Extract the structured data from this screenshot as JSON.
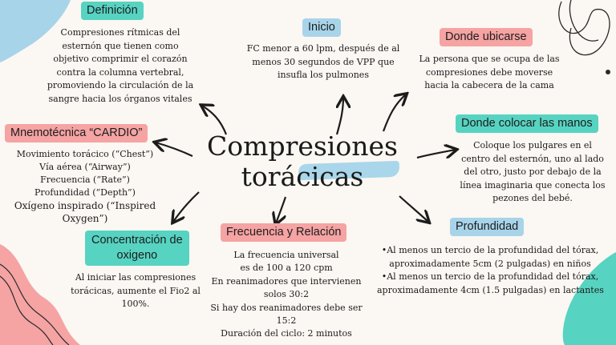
{
  "title": {
    "line1": "Compresiones",
    "line2": "torácicas"
  },
  "colors": {
    "teal": "#57d3c2",
    "blue": "#a8d4ea",
    "pink": "#f5a3a3",
    "background": "#fbf7f2"
  },
  "nodes": {
    "definicion": {
      "label": "Definición",
      "text": "Compresiones rítmicas del esternón que tienen como objetivo comprimir el corazón contra la columna vertebral, promoviendo la circulación de la sangre hacia los órganos vitales"
    },
    "inicio": {
      "label": "Inicio",
      "text": "FC menor a 60 lpm, después de al menos 30 segundos de VPP que insufla los pulmones"
    },
    "donde_ubicarse": {
      "label": "Donde ubicarse",
      "text": "La persona que se ocupa de las compresiones debe moverse hacia la cabecera de la cama"
    },
    "mnemotecnica": {
      "label": "Mnemotécnica “CARDIO”",
      "items": [
        "Movimiento torácico (“Chest”)",
        "Vía aérea (“Airway”)",
        "Frecuencia (“Rate”)",
        "Profundidad (“Depth”)",
        "Oxígeno inspirado (“Inspired",
        "Oxygen”)"
      ]
    },
    "donde_manos": {
      "label": "Donde colocar las manos",
      "text": "Coloque los pulgares en el centro del esternón, uno al lado del otro, justo por debajo de la línea imaginaria que conecta los pezones del bebé."
    },
    "concentracion": {
      "label_line1": "Concentración de",
      "label_line2": "oxigeno",
      "text": "Al iniciar las compresiones torácicas, aumente el Fio2 al 100%."
    },
    "frecuencia": {
      "label": "Frecuencia y Relación",
      "lines": [
        "La frecuencia universal",
        "es de 100 a 120 cpm",
        "En reanimadores que intervienen",
        "solos 30:2",
        "Si hay dos reanimadores debe ser",
        "15:2",
        "Duración del ciclo: 2 minutos"
      ]
    },
    "profundidad": {
      "label": "Profundidad",
      "lines": [
        "•Al menos un tercio de la profundidad del tórax,",
        "aproximadamente 5cm (2 pulgadas) en niños",
        "•Al menos un tercio de la profundidad del tórax,",
        "aproximadamente 4cm (1.5 pulgadas) en lactantes"
      ]
    }
  }
}
